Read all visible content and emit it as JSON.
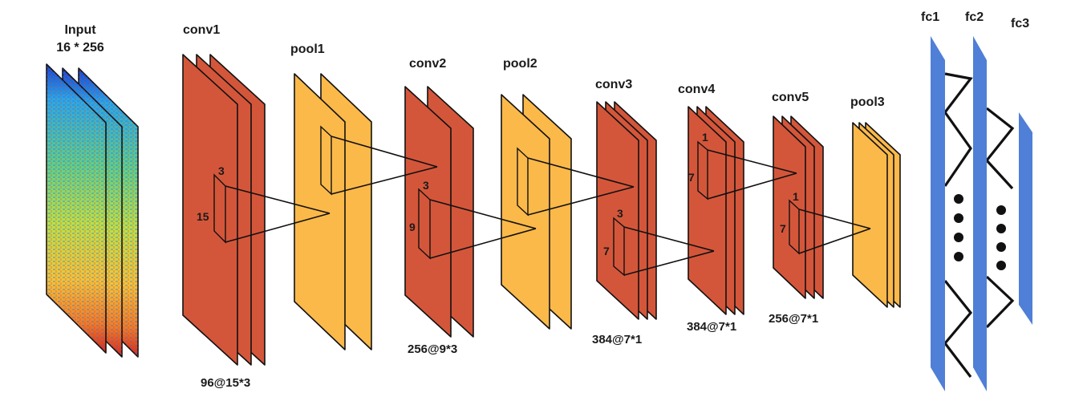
{
  "colors": {
    "conv": "#d4563a",
    "pool": "#fbb94a",
    "fc": "#4f7fd6",
    "outline": "#111111"
  },
  "input": {
    "title": "Input",
    "size": "16 * 256"
  },
  "layers": {
    "conv1": {
      "name": "conv1",
      "dims": "96@15*3",
      "kernel_w": "3",
      "kernel_h": "15"
    },
    "pool1": {
      "name": "pool1"
    },
    "conv2": {
      "name": "conv2",
      "dims": "256@9*3",
      "kernel_w": "3",
      "kernel_h": "9"
    },
    "pool2": {
      "name": "pool2"
    },
    "conv3": {
      "name": "conv3",
      "dims": "384@7*1",
      "kernel_w": "3",
      "kernel_h": "7"
    },
    "conv4": {
      "name": "conv4",
      "dims": "384@7*1",
      "kernel_w": "1",
      "kernel_h": "7"
    },
    "conv5": {
      "name": "conv5",
      "dims": "256@7*1",
      "kernel_w": "1",
      "kernel_h": "7"
    },
    "pool3": {
      "name": "pool3"
    }
  },
  "fc": {
    "fc1": "fc1",
    "fc2": "fc2",
    "fc3": "fc3"
  }
}
